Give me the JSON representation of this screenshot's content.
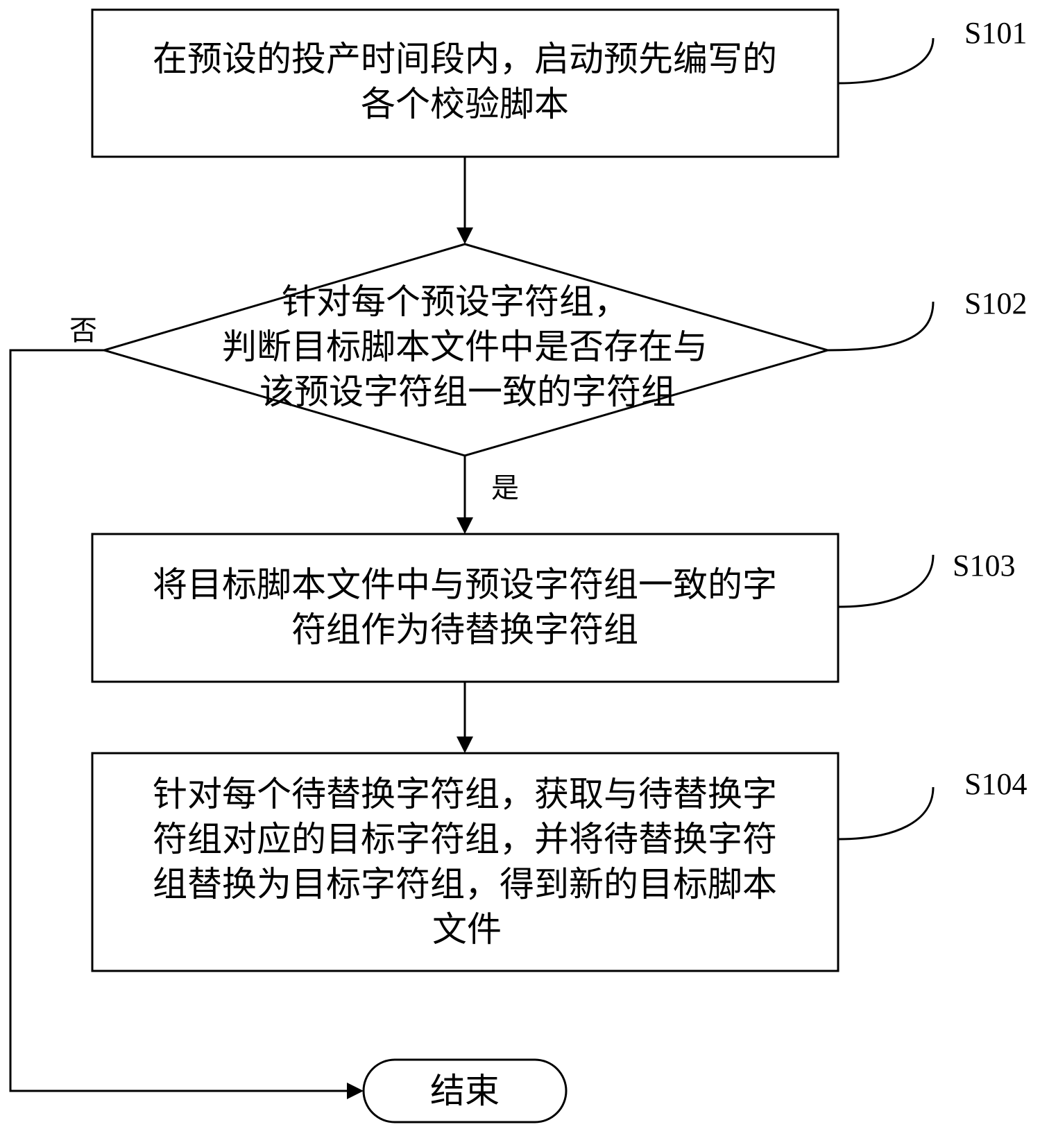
{
  "nodes": {
    "s101": {
      "lines": [
        "在预设的投产时间段内，启动预先编写的",
        "各个校验脚本"
      ],
      "step": "S101"
    },
    "s102": {
      "lines": [
        "针对每个预设字符组，",
        "判断目标脚本文件中是否存在与",
        "该预设字符组一致的字符组"
      ],
      "step": "S102"
    },
    "s103": {
      "lines": [
        "将目标脚本文件中与预设字符组一致的字",
        "符组作为待替换字符组"
      ],
      "step": "S103"
    },
    "s104": {
      "lines": [
        "针对每个待替换字符组，获取与待替换字",
        "符组对应的目标字符组，并将待替换字符",
        "组替换为目标字符组，得到新的目标脚本",
        "文件"
      ],
      "step": "S104"
    },
    "end": {
      "label": "结束"
    }
  },
  "branches": {
    "yes": "是",
    "no": "否"
  },
  "colors": {
    "stroke": "#000000",
    "fill": "#ffffff"
  }
}
